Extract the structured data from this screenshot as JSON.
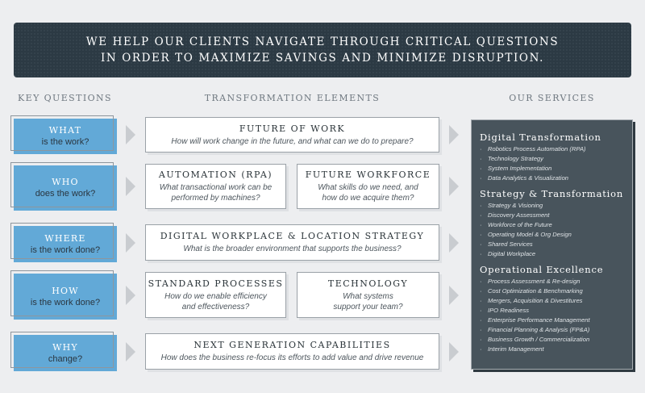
{
  "banner": {
    "line1": "WE HELP OUR CLIENTS NAVIGATE THROUGH CRITICAL QUESTIONS",
    "line2": "IN ORDER TO MAXIMIZE SAVINGS AND MINIMIZE DISRUPTION."
  },
  "headers": {
    "questions": "KEY QUESTIONS",
    "elements": "TRANSFORMATION ELEMENTS",
    "services": "OUR SERVICES"
  },
  "questions": [
    {
      "word": "WHAT",
      "sub": "is the work?"
    },
    {
      "word": "WHO",
      "sub": "does the work?"
    },
    {
      "word": "WHERE",
      "sub": "is the work done?"
    },
    {
      "word": "HOW",
      "sub": "is the work done?"
    },
    {
      "word": "WHY",
      "sub": "change?"
    }
  ],
  "elements": {
    "future_work": {
      "title": "FUTURE OF WORK",
      "desc": "How will work change in the future, and what can we do to prepare?"
    },
    "automation": {
      "title": "AUTOMATION (RPA)",
      "desc1": "What transactional work can be",
      "desc2": "performed by machines?"
    },
    "workforce": {
      "title": "FUTURE WORKFORCE",
      "desc1": "What skills do we need, and",
      "desc2": "how do we acquire them?"
    },
    "workplace": {
      "title": "DIGITAL WORKPLACE & LOCATION STRATEGY",
      "desc": "What is the broader environment that supports the business?"
    },
    "processes": {
      "title": "STANDARD PROCESSES",
      "desc1": "How do we enable efficiency",
      "desc2": "and effectiveness?"
    },
    "technology": {
      "title": "TECHNOLOGY",
      "desc1": "What systems",
      "desc2": "support your team?"
    },
    "nextgen": {
      "title": "NEXT GENERATION CAPABILITIES",
      "desc": "How does the business re-focus its efforts to add value and drive revenue"
    }
  },
  "services": [
    {
      "title": "Digital Transformation",
      "items": [
        "Robotics Process Automation (RPA)",
        "Technology Strategy",
        "System Implementation",
        "Data Analytics & Visualization"
      ]
    },
    {
      "title": "Strategy & Transformation",
      "items": [
        "Strategy & Visioning",
        "Discovery Assessment",
        "Workforce of the Future",
        "Operating Model & Org Design",
        "Shared Services",
        "Digital Workplace"
      ]
    },
    {
      "title": "Operational Excellence",
      "items": [
        "Process Assessment & Re-design",
        "Cost Optimization & Benchmarking",
        "Mergers, Acquisition & Divestitures",
        "IPO Readiness",
        "Enterprise Performance Management",
        "Financial Planning & Analysis (FP&A)",
        "Business Growth / Commercialization",
        "Interim Management"
      ]
    }
  ]
}
